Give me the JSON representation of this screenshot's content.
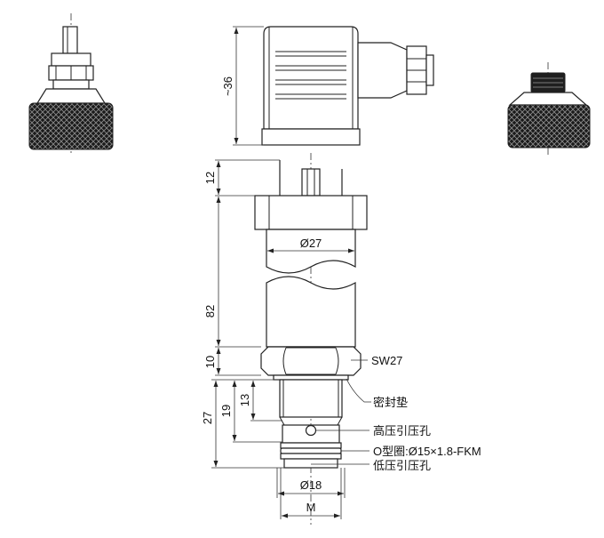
{
  "dimensions": {
    "connector_height": "~36",
    "pin_height": "12",
    "body_length": "82",
    "hex_height": "10",
    "thread_total": "27",
    "thread_19": "19",
    "thread_13": "13",
    "body_diameter": "Ø27",
    "thread_diameter": "Ø18",
    "thread_size": "M"
  },
  "labels": {
    "hex_size": "SW27",
    "seal_gasket": "密封垫",
    "high_pressure_port": "高压引压孔",
    "o_ring": "O型圈:Ø15×1.8-FKM",
    "low_pressure_port": "低压引压孔"
  },
  "colors": {
    "line": "#222222",
    "knurl_fill": "#1a1a1a",
    "background": "#ffffff"
  }
}
